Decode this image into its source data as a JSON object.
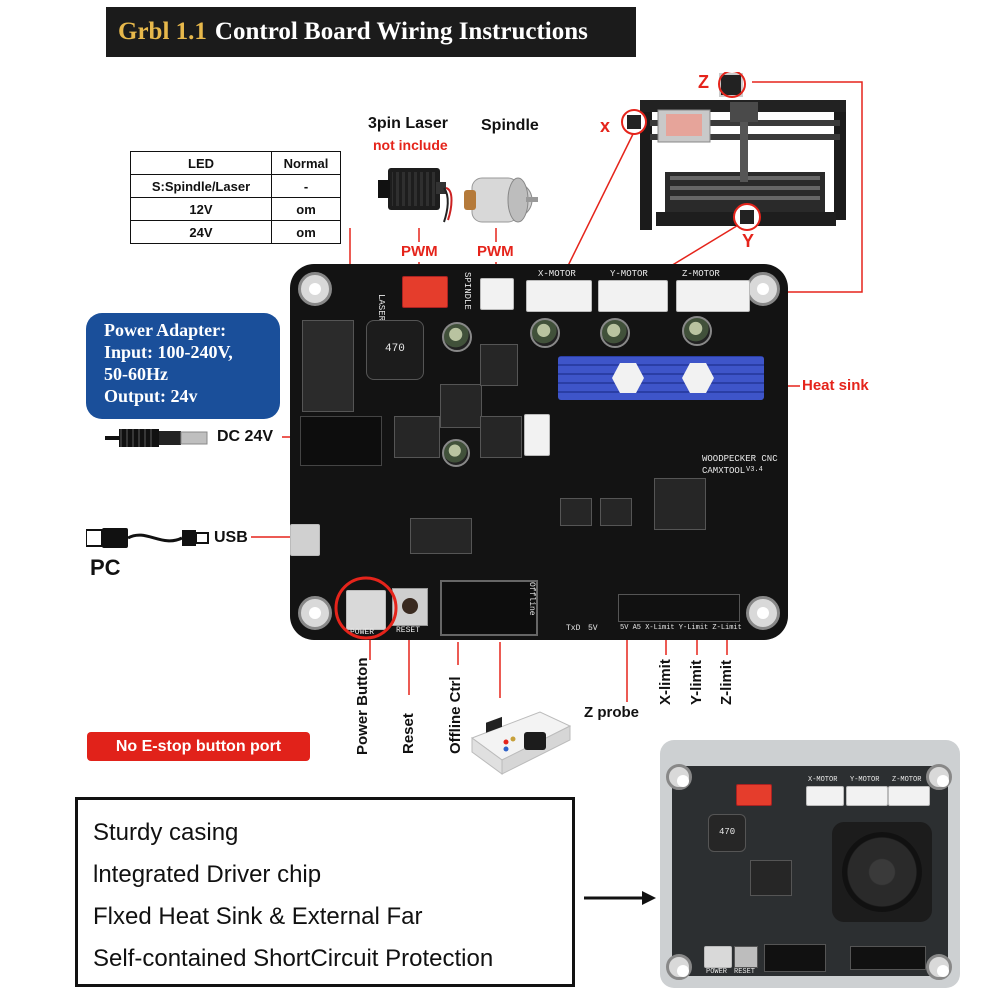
{
  "title": {
    "accent": "Grbl 1.1",
    "main": "Control Board Wiring Instructions"
  },
  "led_table": {
    "headers": [
      "LED",
      "Normal"
    ],
    "rows": [
      [
        "S:Spindle/Laser",
        "-"
      ],
      [
        "12V",
        "om"
      ],
      [
        "24V",
        "om"
      ]
    ]
  },
  "laser": {
    "label": "3pin Laser",
    "note": "not include",
    "pwm": "PWM"
  },
  "spindle": {
    "label": "Spindle",
    "pwm": "PWM"
  },
  "axes": {
    "x": "x",
    "y": "Y",
    "z": "Z"
  },
  "power_adapter": {
    "lines": [
      "Power Adapter:",
      "Input: 100-240V,",
      "50-60Hz",
      "Output: 24v"
    ]
  },
  "dc_label": "DC 24V",
  "usb_label": "USB",
  "pc_label": "PC",
  "heat_sink_label": "Heat sink",
  "bottom_labels": {
    "power_button": "Power Button",
    "reset": "Reset",
    "offline_ctrl": "Offline Ctrl",
    "z_probe": "Z probe",
    "x_limit": "X-limit",
    "y_limit": "Y-limit",
    "z_limit": "Z-limit"
  },
  "estop": "No E-stop button port",
  "features": [
    "Sturdy casing",
    "lntegrated Driver chip",
    "Flxed Heat Sink & External Far",
    "Self-contained ShortCircuit Protection"
  ],
  "board_silk": {
    "x_motor": "X-MOTOR",
    "y_motor": "Y-MOTOR",
    "z_motor": "Z-MOTOR",
    "brand": "WOODPECKER CNC",
    "model": "CAMXTOOL",
    "version": "V3.4",
    "spindle": "SPINDLE",
    "laser": "LASER",
    "power": "POWER",
    "reset": "RESET",
    "offline": "Offline",
    "pins": "5V  A5 X-Limit Y-Limit Z-Limit",
    "inductor": "470",
    "txd": "TxD",
    "gnd_5v": "5V"
  },
  "case_silk": {
    "x_motor": "X-MOTOR",
    "y_motor": "Y-MOTOR",
    "z_motor": "Z-MOTOR",
    "power": "POWER",
    "reset": "RESET",
    "inductor": "470"
  },
  "colors": {
    "title_bg": "#1b1b1b",
    "title_accent": "#e7b84b",
    "accent_red": "#e5241b",
    "adapter_blue": "#1a4f9a",
    "heatsink_blue": "#3e55c9",
    "board": "#131313"
  }
}
